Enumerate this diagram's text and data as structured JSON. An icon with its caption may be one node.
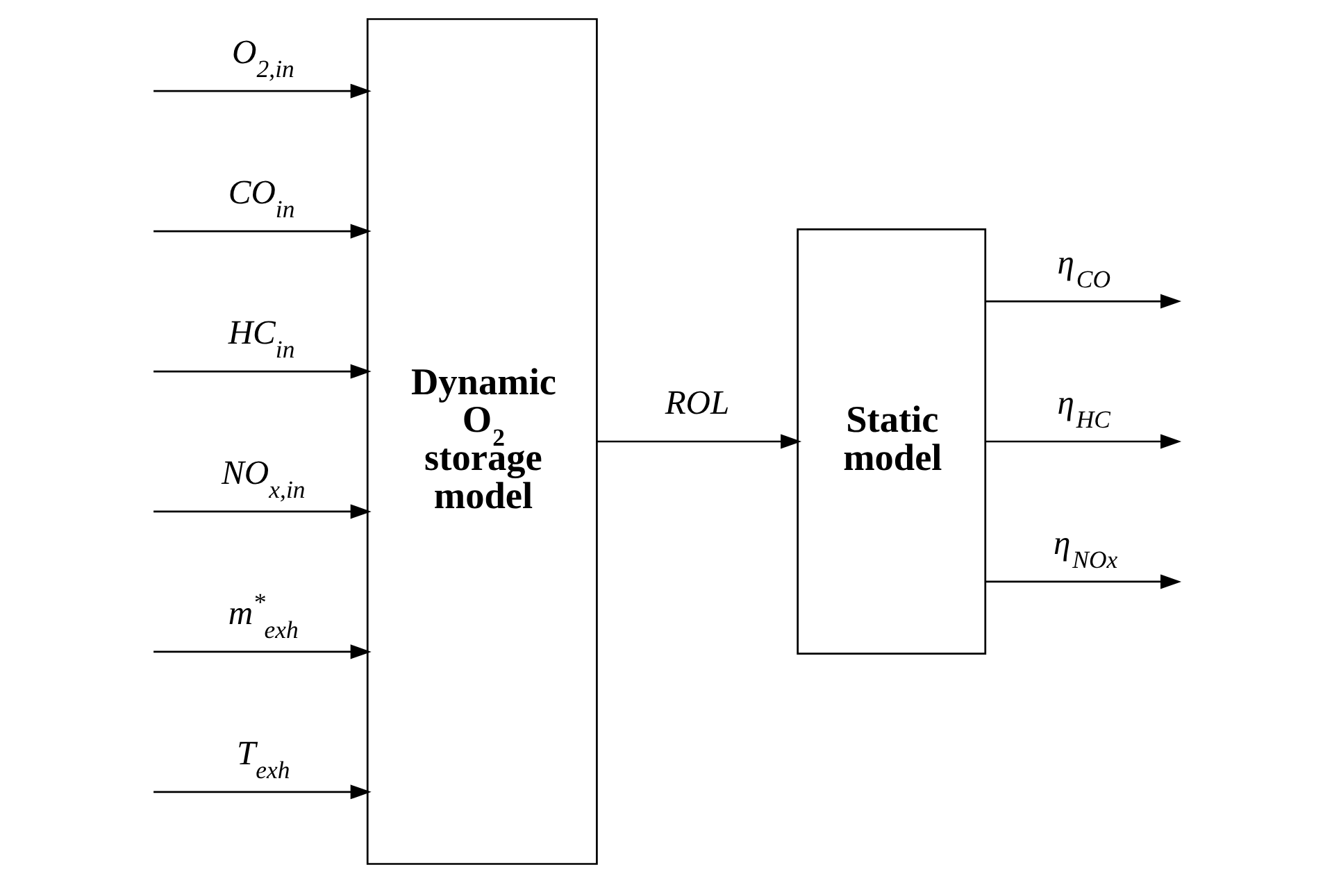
{
  "diagram": {
    "nodes": [
      {
        "text": [
          "Dynamic O$_{2}$ storage model"
        ]
      },
      {
        "text": [
          "Static model"
        ]
      }
    ],
    "edges": [
      {
        "from": null,
        "to": 0,
        "arrow": "to",
        "label": "O$_{2,in}$"
      },
      {
        "from": null,
        "to": 0,
        "arrow": "to",
        "label": "CO$_{in}$"
      },
      {
        "from": null,
        "to": 0,
        "arrow": "to",
        "label": "HC$_{in}$"
      },
      {
        "from": null,
        "to": 0,
        "arrow": "to",
        "label": "NO$_{x,in}$"
      },
      {
        "from": null,
        "to": 0,
        "arrow": "to",
        "label": "m$^{*}$$_{exh}$"
      },
      {
        "from": null,
        "to": 0,
        "arrow": "to",
        "label": "T$_{exh}$"
      },
      {
        "from": 0,
        "to": 1,
        "arrow": "to",
        "label": "ROL"
      },
      {
        "from": 1,
        "to": null,
        "arrow": "to",
        "label": "η$_{CO}$"
      },
      {
        "from": 1,
        "to": null,
        "arrow": "to",
        "label": "η$_{HC}$"
      },
      {
        "from": 1,
        "to": null,
        "arrow": "to",
        "label": "η$_{NOx}$"
      }
    ]
  }
}
